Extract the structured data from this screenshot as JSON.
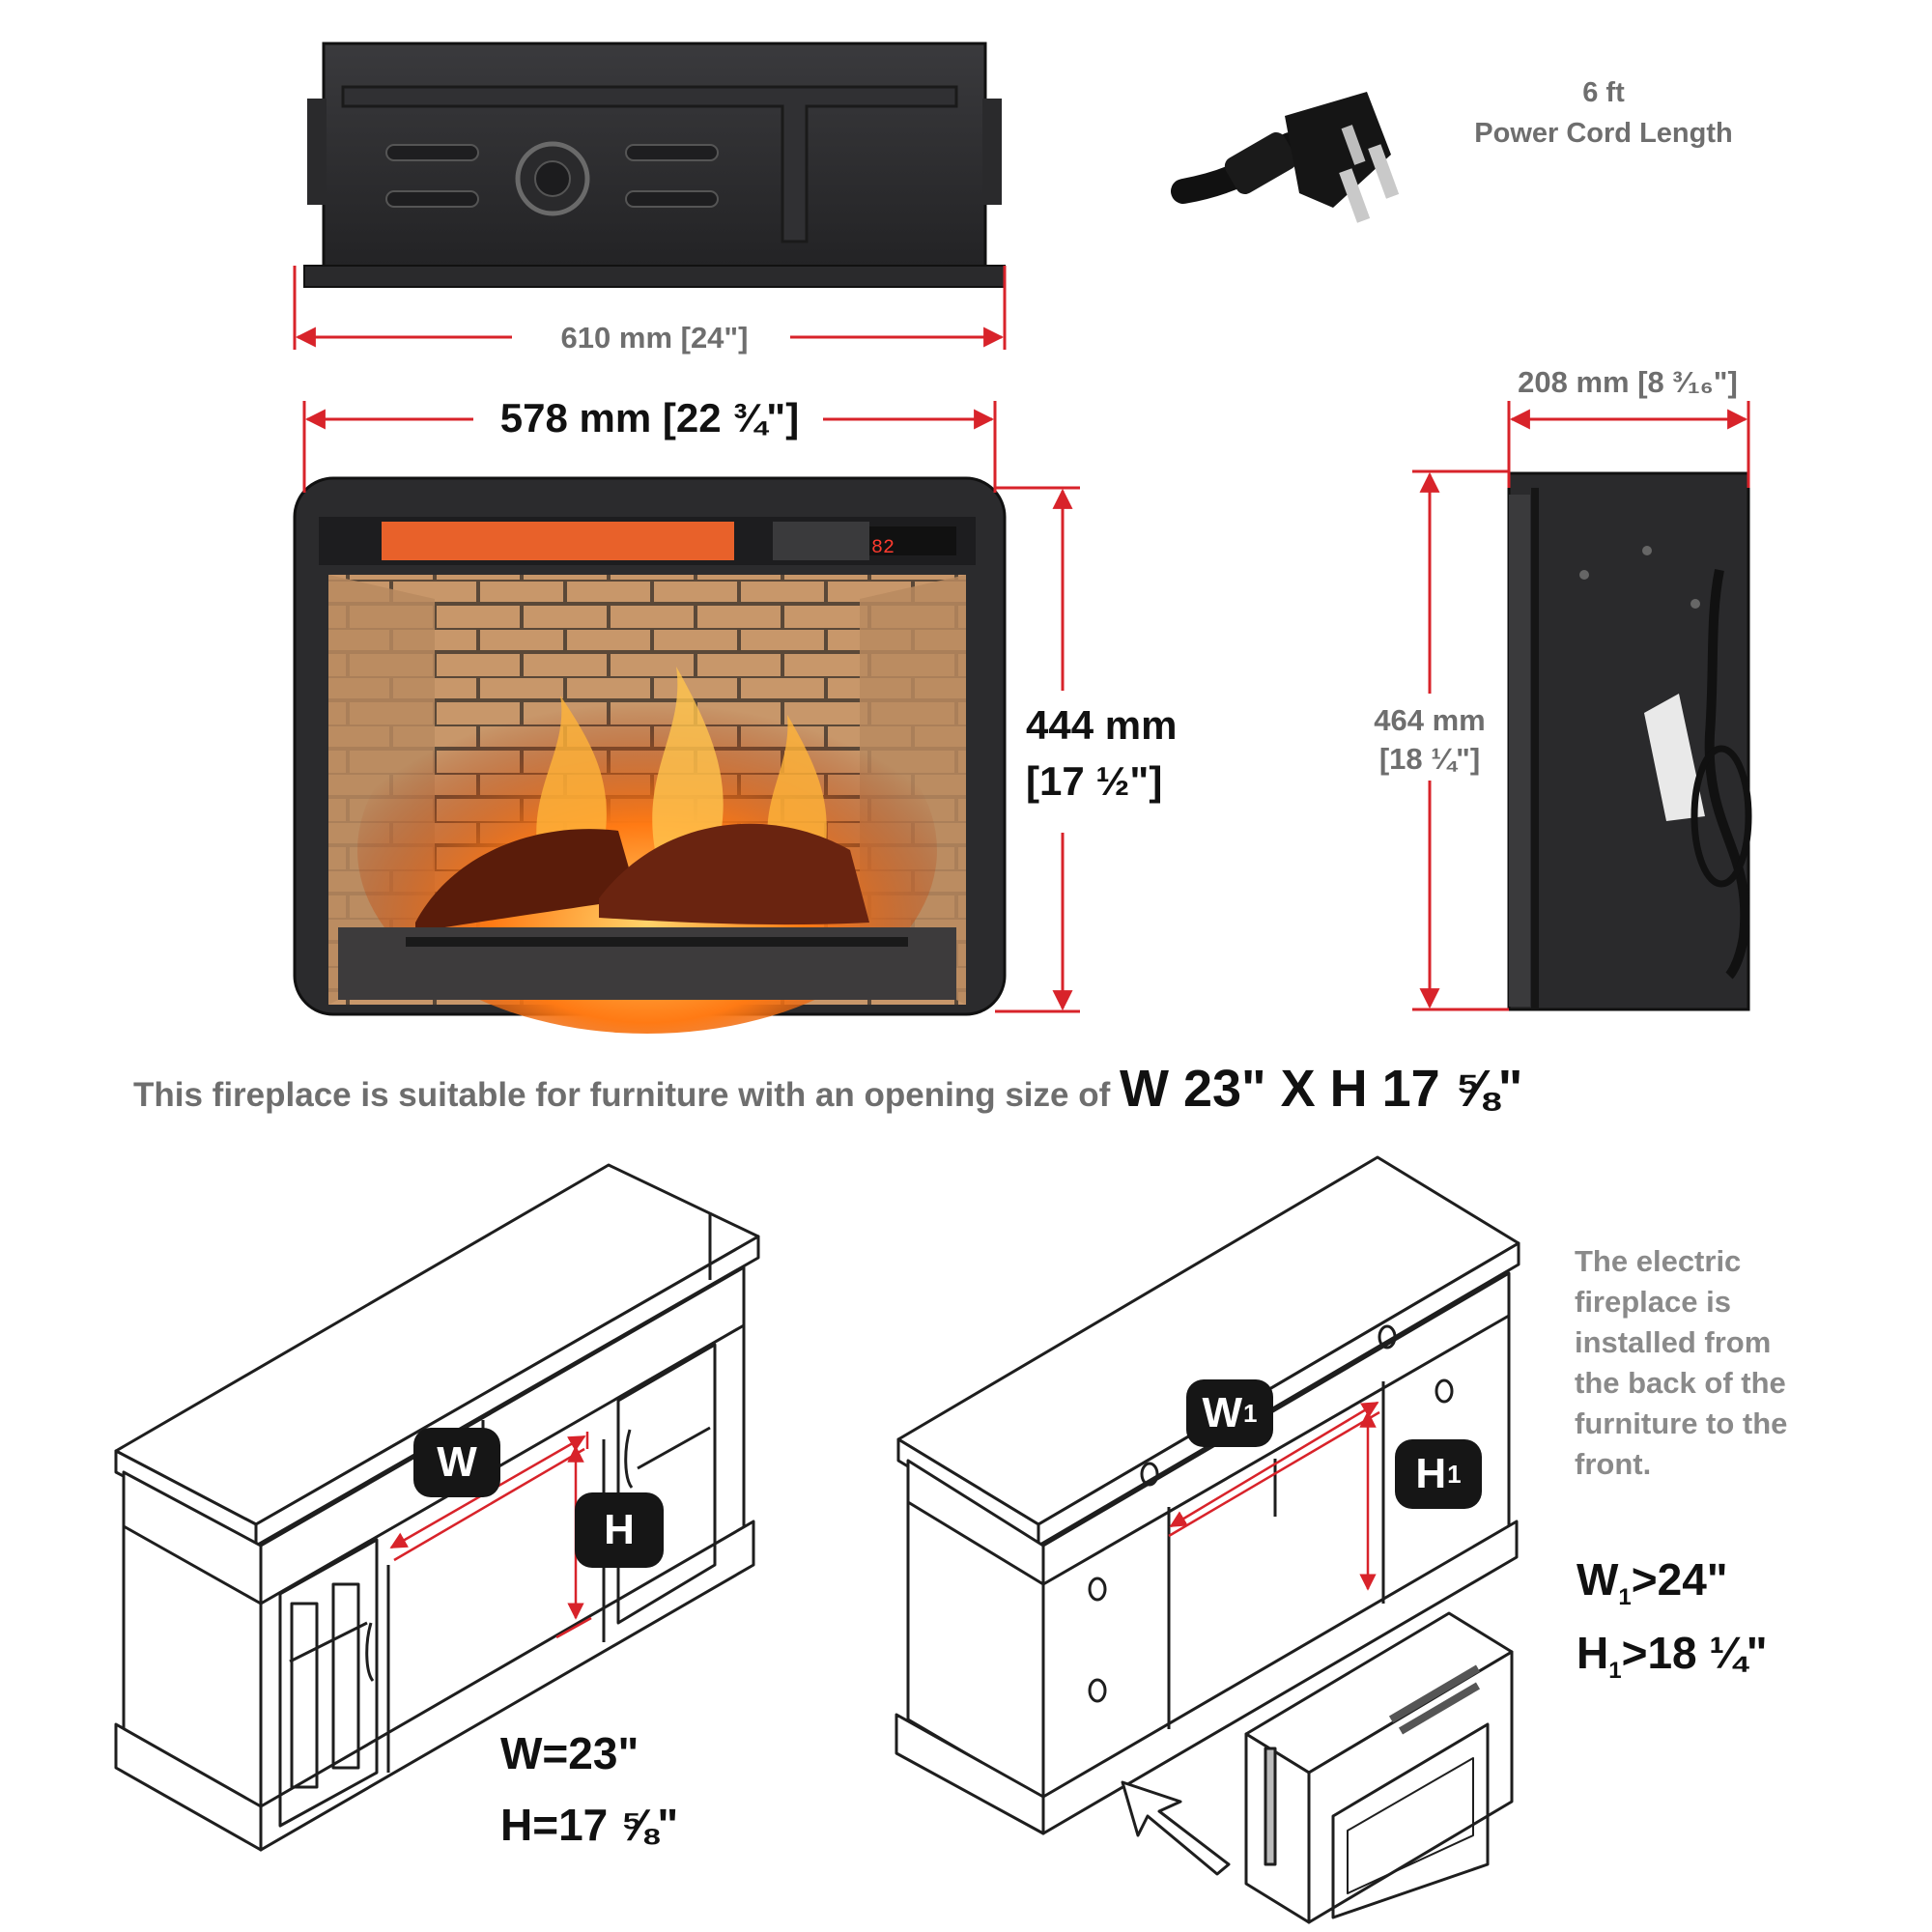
{
  "colors": {
    "dimension": "#d8232a",
    "label_grey": "#6e6e6e",
    "metal": "#2b2b2d",
    "brick": "#b9875a",
    "flame": "#ff8a1c",
    "badge": "#161616"
  },
  "top_view": {
    "width_label": "610 mm [24\"]"
  },
  "cord": {
    "icon": "power-plug-icon",
    "length": "6 ft",
    "caption": "Power Cord Length"
  },
  "front_view": {
    "width_label": "578 mm [22 ¾\"]",
    "height_mm": "444 mm",
    "height_in": "[17 ½\"]",
    "display": "82"
  },
  "side_view": {
    "depth_label": "208 mm [8 ³⁄₁₆\"]",
    "height_mm": "464 mm",
    "height_in": "[18 ¼\"]"
  },
  "suitability": {
    "text": "This fireplace is suitable for furniture with an opening size of",
    "size": "W 23\" X H 17 ⅝\""
  },
  "cabinet_left": {
    "badge_w": "W",
    "badge_h": "H",
    "w_value": "W=23\"",
    "h_value": "H=17 ⅝\""
  },
  "cabinet_right": {
    "badge_w": "W",
    "badge_w_sub": "1",
    "badge_h": "H",
    "badge_h_sub": "1",
    "w_req": ">24\"",
    "h_req": ">18 ¼\"",
    "install_note": [
      "The electric",
      "fireplace is",
      "installed from",
      "the back of the",
      "furniture to the",
      "front."
    ]
  }
}
